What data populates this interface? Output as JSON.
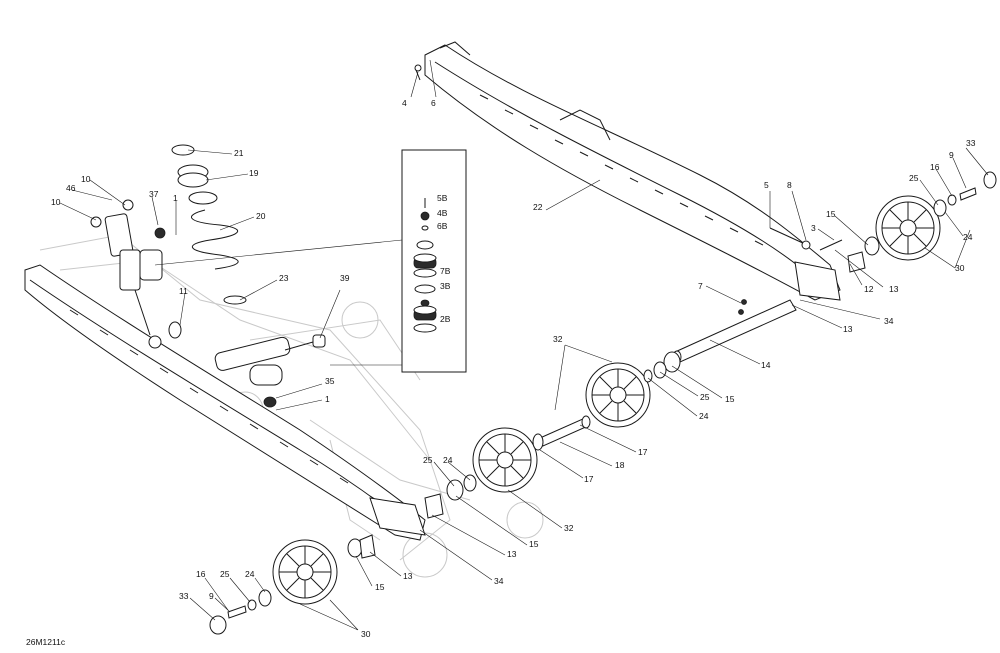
{
  "drawing_ref": "26M1211c",
  "callouts": {
    "c4": "4",
    "c6": "6",
    "c22": "22",
    "c21": "21",
    "c19": "19",
    "c20": "20",
    "c23": "23",
    "c39": "39",
    "c10a": "10",
    "c46": "46",
    "c10b": "10",
    "c37": "37",
    "c1a": "1",
    "c11": "11",
    "c35": "35",
    "c1b": "1",
    "c5B": "5B",
    "c4B": "4B",
    "c6B": "6B",
    "c7B": "7B",
    "c3B": "3B",
    "c2B": "2B",
    "c5": "5",
    "c8": "8",
    "c3": "3",
    "c15a": "15",
    "c12": "12",
    "c13a": "13",
    "c34a": "34",
    "c7": "7",
    "c13b": "13",
    "c14": "14",
    "c33a": "33",
    "c9a": "9",
    "c16a": "16",
    "c25a": "25",
    "c24a": "24",
    "c30a": "30",
    "c32a": "32",
    "c25b": "25",
    "c15b": "15",
    "c24b": "24",
    "c17a": "17",
    "c18": "18",
    "c17b": "17",
    "c25c": "25",
    "c24c": "24",
    "c32b": "32",
    "c15c": "15",
    "c13c": "13",
    "c34b": "34",
    "c13d": "13",
    "c15d": "15",
    "c16b": "16",
    "c25d": "25",
    "c24d": "24",
    "c33b": "33",
    "c9b": "9",
    "c30b": "30"
  }
}
